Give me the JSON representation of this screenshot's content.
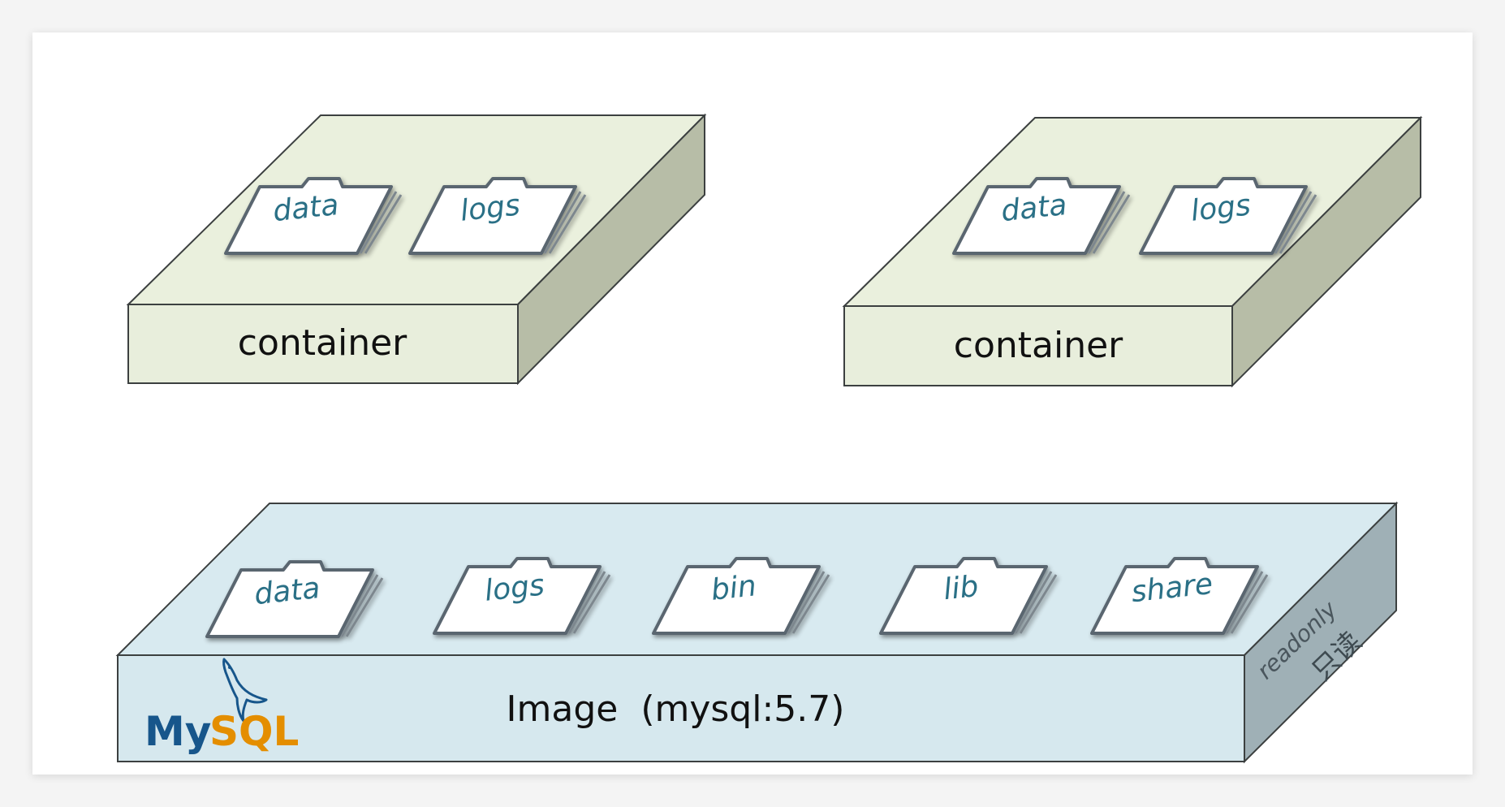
{
  "containers": [
    {
      "label": "container",
      "folders": [
        "data",
        "logs"
      ]
    },
    {
      "label": "container",
      "folders": [
        "data",
        "logs"
      ]
    }
  ],
  "image": {
    "label": "Image  (mysql:5.7)",
    "folders": [
      "data",
      "logs",
      "bin",
      "lib",
      "share"
    ],
    "side_label_en": "readonly",
    "side_label_cn": "只读",
    "logo": {
      "my": "My",
      "sql": "SQL"
    }
  },
  "colors": {
    "container_front": "#e8eedc",
    "container_top": "#eaf0dd",
    "container_side": "#b7bda7",
    "image_front": "#d6e8ee",
    "image_top": "#d8eaf0",
    "image_side": "#9fb0b6",
    "folder_text": "#2a6f86"
  },
  "icons": [
    "folder-icon",
    "mysql-dolphin-icon"
  ]
}
